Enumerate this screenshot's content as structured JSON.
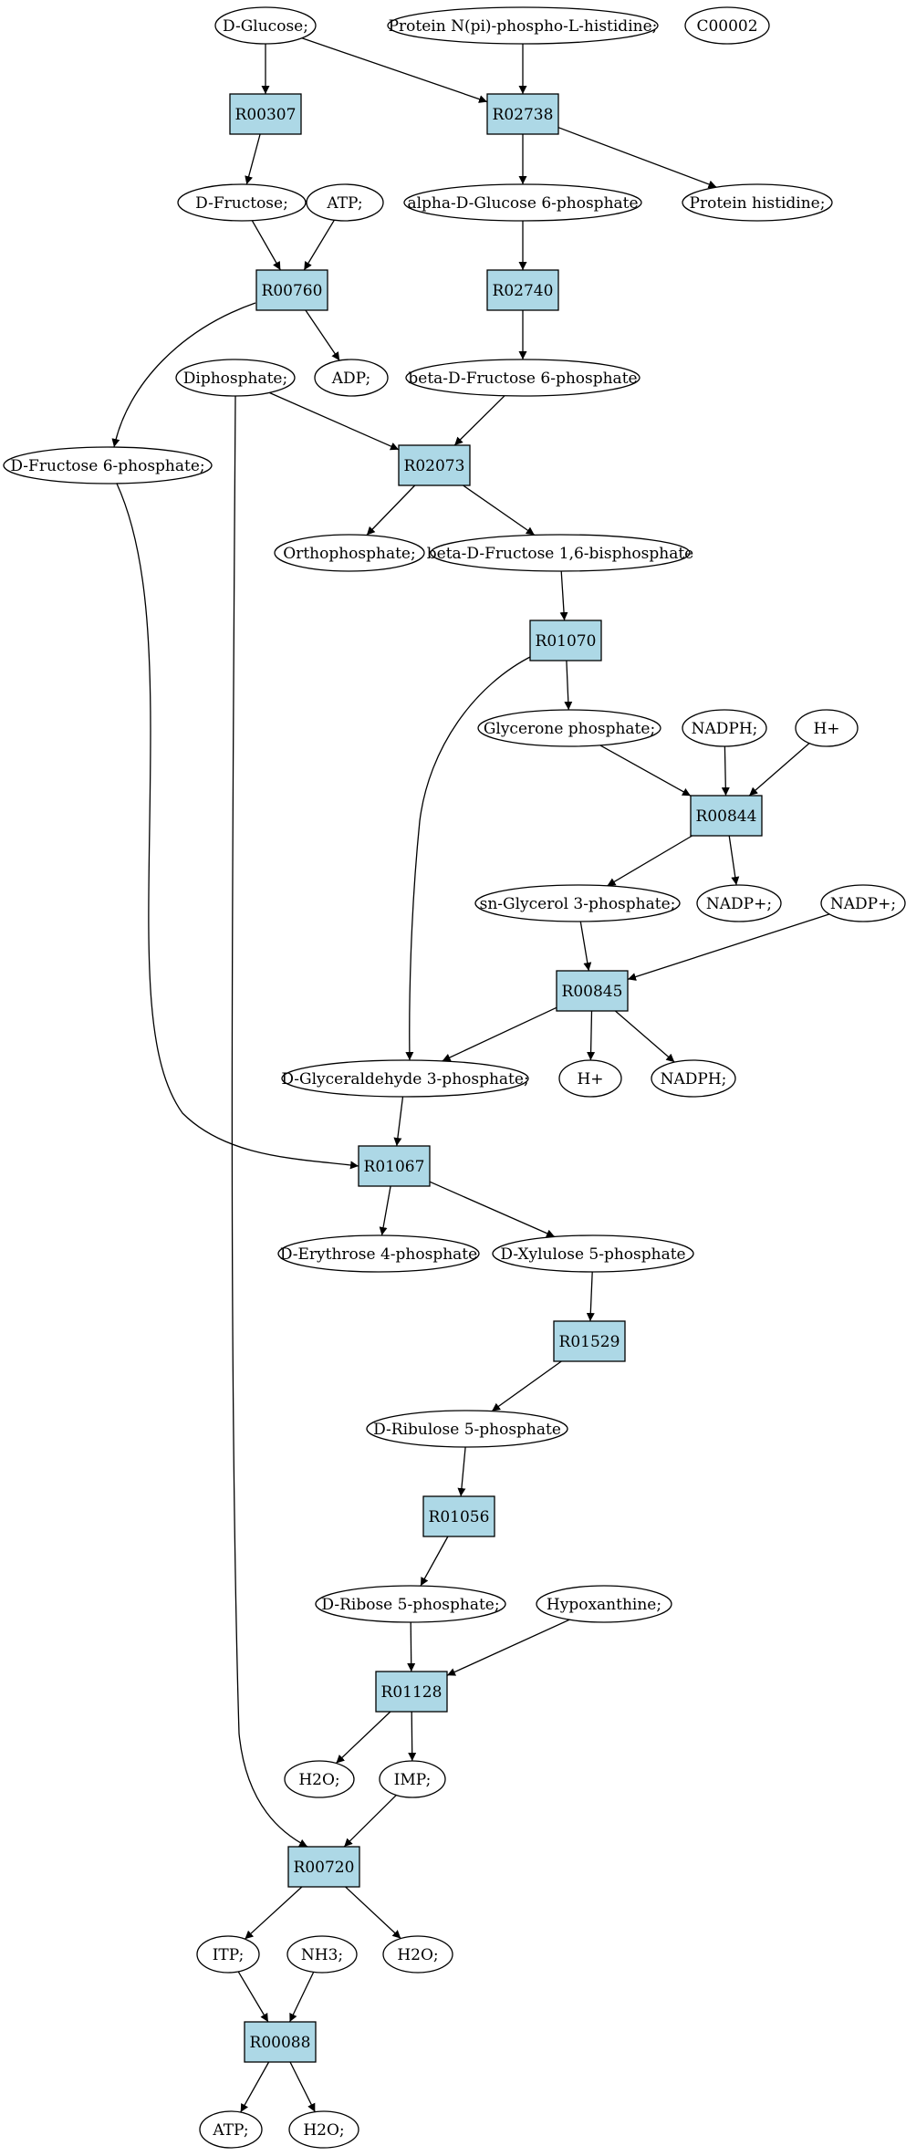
{
  "colors": {
    "reaction_fill": "#add8e6",
    "start_fill": "#00ee00",
    "target_fill": "#ffff00",
    "default_fill": "#ffffff",
    "line": "#000000"
  },
  "nodes": [
    {
      "id": "n_glucose",
      "label": "D-Glucose;",
      "kind": "compound",
      "fill": "#00ee00"
    },
    {
      "id": "n_protphos",
      "label": "Protein N(pi)-phospho-L-histidine;",
      "kind": "compound"
    },
    {
      "id": "n_c00002",
      "label": "C00002",
      "kind": "compound",
      "fill": "#ffff00"
    },
    {
      "id": "r_R00307",
      "label": "R00307",
      "kind": "reaction"
    },
    {
      "id": "r_R02738",
      "label": "R02738",
      "kind": "reaction"
    },
    {
      "id": "n_fructose",
      "label": "D-Fructose;",
      "kind": "compound"
    },
    {
      "id": "n_atp1",
      "label": "ATP;",
      "kind": "compound"
    },
    {
      "id": "n_ag6p",
      "label": "alpha-D-Glucose 6-phosphate",
      "kind": "compound"
    },
    {
      "id": "n_prothis",
      "label": "Protein histidine;",
      "kind": "compound"
    },
    {
      "id": "r_R00760",
      "label": "R00760",
      "kind": "reaction"
    },
    {
      "id": "r_R02740",
      "label": "R02740",
      "kind": "reaction"
    },
    {
      "id": "n_diphos",
      "label": "Diphosphate;",
      "kind": "compound"
    },
    {
      "id": "n_adp",
      "label": "ADP;",
      "kind": "compound"
    },
    {
      "id": "n_bf6p",
      "label": "beta-D-Fructose 6-phosphate",
      "kind": "compound"
    },
    {
      "id": "n_df6p",
      "label": "D-Fructose 6-phosphate;",
      "kind": "compound"
    },
    {
      "id": "r_R02073",
      "label": "R02073",
      "kind": "reaction"
    },
    {
      "id": "n_orthophos",
      "label": "Orthophosphate;",
      "kind": "compound"
    },
    {
      "id": "n_bf16bp",
      "label": "beta-D-Fructose 1,6-bisphosphate",
      "kind": "compound"
    },
    {
      "id": "r_R01070",
      "label": "R01070",
      "kind": "reaction"
    },
    {
      "id": "n_glycerone",
      "label": "Glycerone phosphate;",
      "kind": "compound"
    },
    {
      "id": "n_nadph1",
      "label": "NADPH;",
      "kind": "compound"
    },
    {
      "id": "n_hplus1",
      "label": "H+",
      "kind": "compound"
    },
    {
      "id": "r_R00844",
      "label": "R00844",
      "kind": "reaction"
    },
    {
      "id": "n_sng3p",
      "label": "sn-Glycerol 3-phosphate;",
      "kind": "compound"
    },
    {
      "id": "n_nadp1",
      "label": "NADP+;",
      "kind": "compound"
    },
    {
      "id": "n_nadp2",
      "label": "NADP+;",
      "kind": "compound"
    },
    {
      "id": "r_R00845",
      "label": "R00845",
      "kind": "reaction"
    },
    {
      "id": "n_g3p",
      "label": "D-Glyceraldehyde 3-phosphate;",
      "kind": "compound"
    },
    {
      "id": "n_hplus2",
      "label": "H+",
      "kind": "compound"
    },
    {
      "id": "n_nadph2",
      "label": "NADPH;",
      "kind": "compound"
    },
    {
      "id": "r_R01067",
      "label": "R01067",
      "kind": "reaction"
    },
    {
      "id": "n_e4p",
      "label": "D-Erythrose 4-phosphate",
      "kind": "compound"
    },
    {
      "id": "n_x5p",
      "label": "D-Xylulose 5-phosphate",
      "kind": "compound"
    },
    {
      "id": "r_R01529",
      "label": "R01529",
      "kind": "reaction"
    },
    {
      "id": "n_ru5p",
      "label": "D-Ribulose 5-phosphate",
      "kind": "compound"
    },
    {
      "id": "r_R01056",
      "label": "R01056",
      "kind": "reaction"
    },
    {
      "id": "n_r5p",
      "label": "D-Ribose 5-phosphate;",
      "kind": "compound"
    },
    {
      "id": "n_hypox",
      "label": "Hypoxanthine;",
      "kind": "compound"
    },
    {
      "id": "r_R01128",
      "label": "R01128",
      "kind": "reaction"
    },
    {
      "id": "n_h2o1",
      "label": "H2O;",
      "kind": "compound"
    },
    {
      "id": "n_imp",
      "label": "IMP;",
      "kind": "compound"
    },
    {
      "id": "r_R00720",
      "label": "R00720",
      "kind": "reaction"
    },
    {
      "id": "n_itp",
      "label": "ITP;",
      "kind": "compound"
    },
    {
      "id": "n_nh3",
      "label": "NH3;",
      "kind": "compound"
    },
    {
      "id": "n_h2o2",
      "label": "H2O;",
      "kind": "compound"
    },
    {
      "id": "r_R00088",
      "label": "R00088",
      "kind": "reaction"
    },
    {
      "id": "n_atp2",
      "label": "ATP;",
      "kind": "compound"
    },
    {
      "id": "n_h2o3",
      "label": "H2O;",
      "kind": "compound"
    }
  ],
  "edges": [
    [
      "n_glucose",
      "r_R00307"
    ],
    [
      "n_glucose",
      "r_R02738"
    ],
    [
      "n_protphos",
      "r_R02738"
    ],
    [
      "r_R00307",
      "n_fructose"
    ],
    [
      "r_R02738",
      "n_ag6p"
    ],
    [
      "r_R02738",
      "n_prothis"
    ],
    [
      "n_fructose",
      "r_R00760"
    ],
    [
      "n_atp1",
      "r_R00760"
    ],
    [
      "n_ag6p",
      "r_R02740"
    ],
    [
      "r_R00760",
      "n_adp"
    ],
    [
      "r_R00760",
      "n_df6p"
    ],
    [
      "r_R02740",
      "n_bf6p"
    ],
    [
      "n_diphos",
      "r_R02073"
    ],
    [
      "n_bf6p",
      "r_R02073"
    ],
    [
      "n_diphos",
      "r_R00720"
    ],
    [
      "r_R02073",
      "n_orthophos"
    ],
    [
      "r_R02073",
      "n_bf16bp"
    ],
    [
      "n_bf16bp",
      "r_R01070"
    ],
    [
      "r_R01070",
      "n_glycerone"
    ],
    [
      "r_R01070",
      "n_g3p"
    ],
    [
      "n_glycerone",
      "r_R00844"
    ],
    [
      "n_nadph1",
      "r_R00844"
    ],
    [
      "n_hplus1",
      "r_R00844"
    ],
    [
      "r_R00844",
      "n_sng3p"
    ],
    [
      "r_R00844",
      "n_nadp1"
    ],
    [
      "n_sng3p",
      "r_R00845"
    ],
    [
      "n_nadp2",
      "r_R00845"
    ],
    [
      "r_R00845",
      "n_g3p"
    ],
    [
      "r_R00845",
      "n_hplus2"
    ],
    [
      "r_R00845",
      "n_nadph2"
    ],
    [
      "n_g3p",
      "r_R01067"
    ],
    [
      "n_df6p",
      "r_R01067"
    ],
    [
      "r_R01067",
      "n_e4p"
    ],
    [
      "r_R01067",
      "n_x5p"
    ],
    [
      "n_x5p",
      "r_R01529"
    ],
    [
      "r_R01529",
      "n_ru5p"
    ],
    [
      "n_ru5p",
      "r_R01056"
    ],
    [
      "r_R01056",
      "n_r5p"
    ],
    [
      "n_r5p",
      "r_R01128"
    ],
    [
      "n_hypox",
      "r_R01128"
    ],
    [
      "r_R01128",
      "n_h2o1"
    ],
    [
      "r_R01128",
      "n_imp"
    ],
    [
      "n_imp",
      "r_R00720"
    ],
    [
      "r_R00720",
      "n_itp"
    ],
    [
      "r_R00720",
      "n_h2o2"
    ],
    [
      "n_itp",
      "r_R00088"
    ],
    [
      "n_nh3",
      "r_R00088"
    ],
    [
      "r_R00088",
      "n_atp2"
    ],
    [
      "r_R00088",
      "n_h2o3"
    ]
  ]
}
